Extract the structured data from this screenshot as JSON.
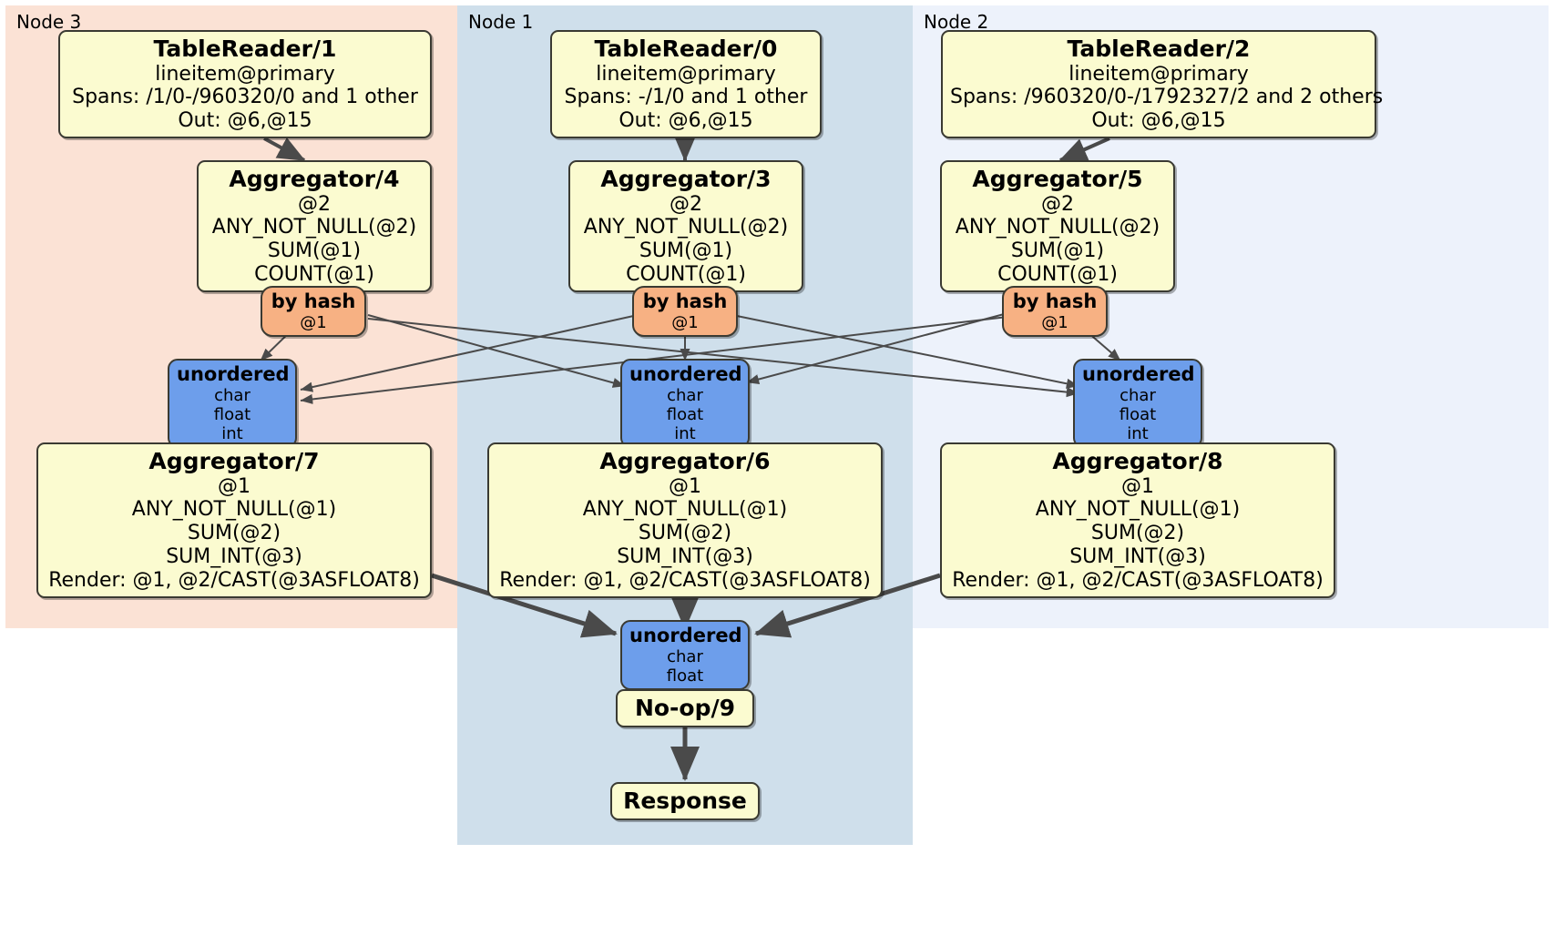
{
  "diagram": {
    "type": "distributed-query-plan",
    "colors": {
      "node3_panel": "#fbe2d5",
      "node1_panel": "#cfdfeb",
      "node2_panel": "#edf2fb",
      "processor_fill": "#fbfbd0",
      "router_fill": "#f7b183",
      "synchronizer_fill": "#6d9eeb",
      "border": "#3a3a32",
      "edge": "#4a4a4a"
    }
  },
  "panels": [
    {
      "id": "node3",
      "label": "Node 3"
    },
    {
      "id": "node1",
      "label": "Node 1"
    },
    {
      "id": "node2",
      "label": "Node 2"
    }
  ],
  "nodes": {
    "tablereader_1": {
      "title": "TableReader/1",
      "lines": [
        "lineitem@primary",
        "Spans: /1/0-/960320/0 and 1 other",
        "Out: @6,@15"
      ]
    },
    "tablereader_0": {
      "title": "TableReader/0",
      "lines": [
        "lineitem@primary",
        "Spans: -/1/0 and 1 other",
        "Out: @6,@15"
      ]
    },
    "tablereader_2": {
      "title": "TableReader/2",
      "lines": [
        "lineitem@primary",
        "Spans: /960320/0-/1792327/2 and 2 others",
        "Out: @6,@15"
      ]
    },
    "aggregator_4": {
      "title": "Aggregator/4",
      "lines": [
        "@2",
        "ANY_NOT_NULL(@2)",
        "SUM(@1)",
        "COUNT(@1)"
      ]
    },
    "aggregator_3": {
      "title": "Aggregator/3",
      "lines": [
        "@2",
        "ANY_NOT_NULL(@2)",
        "SUM(@1)",
        "COUNT(@1)"
      ]
    },
    "aggregator_5": {
      "title": "Aggregator/5",
      "lines": [
        "@2",
        "ANY_NOT_NULL(@2)",
        "SUM(@1)",
        "COUNT(@1)"
      ]
    },
    "byhash_left": {
      "title": "by hash",
      "lines": [
        "@1"
      ]
    },
    "byhash_center": {
      "title": "by hash",
      "lines": [
        "@1"
      ]
    },
    "byhash_right": {
      "title": "by hash",
      "lines": [
        "@1"
      ]
    },
    "unordered_left": {
      "title": "unordered",
      "lines": [
        "char",
        "float",
        "int"
      ]
    },
    "unordered_center": {
      "title": "unordered",
      "lines": [
        "char",
        "float",
        "int"
      ]
    },
    "unordered_right": {
      "title": "unordered",
      "lines": [
        "char",
        "float",
        "int"
      ]
    },
    "aggregator_7": {
      "title": "Aggregator/7",
      "lines": [
        "@1",
        "ANY_NOT_NULL(@1)",
        "SUM(@2)",
        "SUM_INT(@3)",
        "Render: @1, @2/CAST(@3ASFLOAT8)"
      ]
    },
    "aggregator_6": {
      "title": "Aggregator/6",
      "lines": [
        "@1",
        "ANY_NOT_NULL(@1)",
        "SUM(@2)",
        "SUM_INT(@3)",
        "Render: @1, @2/CAST(@3ASFLOAT8)"
      ]
    },
    "aggregator_8": {
      "title": "Aggregator/8",
      "lines": [
        "@1",
        "ANY_NOT_NULL(@1)",
        "SUM(@2)",
        "SUM_INT(@3)",
        "Render: @1, @2/CAST(@3ASFLOAT8)"
      ]
    },
    "unordered_final": {
      "title": "unordered",
      "lines": [
        "char",
        "float"
      ]
    },
    "noop_9": {
      "title": "No-op/9"
    },
    "response": {
      "title": "Response"
    }
  }
}
